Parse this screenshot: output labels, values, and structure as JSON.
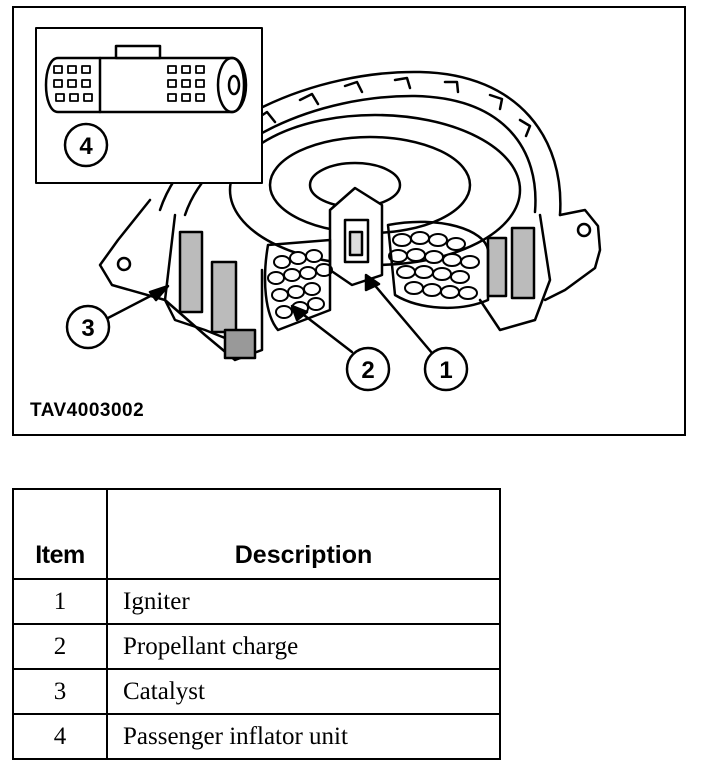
{
  "figure": {
    "code": "TAV4003002",
    "callouts": [
      "1",
      "2",
      "3",
      "4"
    ]
  },
  "legend": {
    "headers": {
      "item": "Item",
      "description": "Description"
    },
    "rows": [
      {
        "item": "1",
        "description": "Igniter"
      },
      {
        "item": "2",
        "description": "Propellant charge"
      },
      {
        "item": "3",
        "description": "Catalyst"
      },
      {
        "item": "4",
        "description": "Passenger inflator unit"
      }
    ]
  }
}
